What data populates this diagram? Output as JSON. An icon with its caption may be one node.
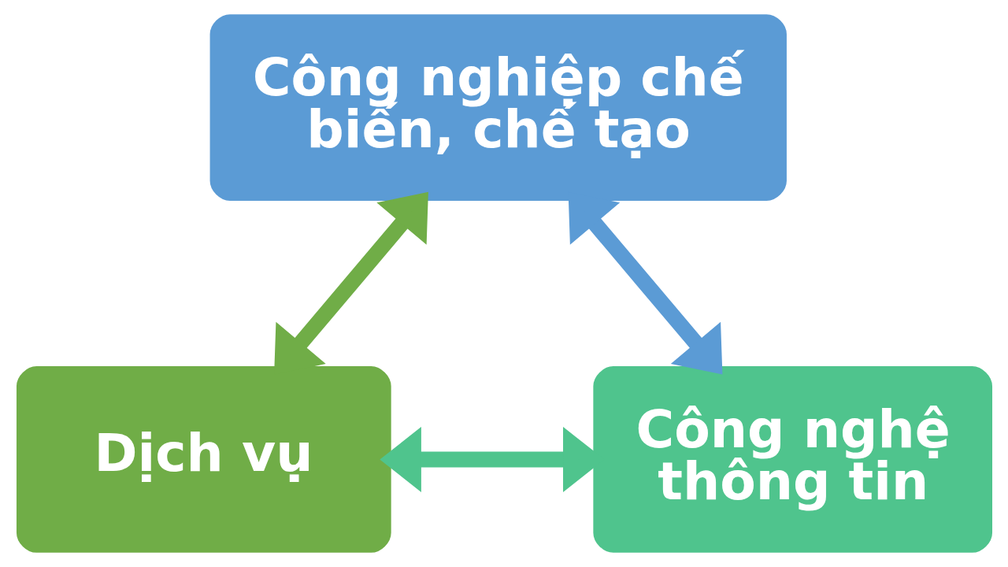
{
  "diagram": {
    "nodes": [
      {
        "text": [
          "Công nghiệp chế biến, chế tạo"
        ]
      },
      {
        "text": [
          "Dịch vụ"
        ]
      },
      {
        "text": [
          "Công nghệ thông tin"
        ]
      }
    ],
    "edges": [
      {
        "from": 0,
        "to": 1,
        "arrow": "both",
        "color": "#70ad47"
      },
      {
        "from": 0,
        "to": 2,
        "arrow": "both",
        "color": "#5b9bd5"
      },
      {
        "from": 1,
        "to": 2,
        "arrow": "both",
        "color": "#4fc48d"
      }
    ]
  }
}
